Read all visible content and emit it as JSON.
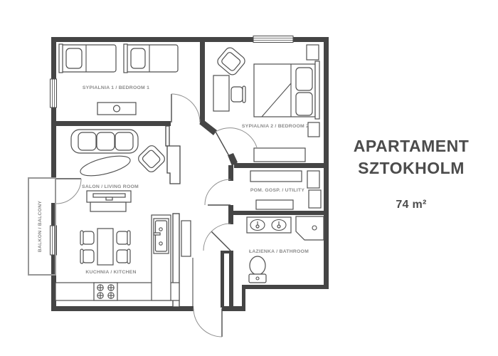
{
  "title": {
    "line1": "APARTAMENT",
    "line2": "SZTOKHOLM",
    "area": "74 m²"
  },
  "rooms": {
    "bedroom1": "SYPIALNIA 1 / BEDROOM 1",
    "bedroom2": "SYPIALNIA 2 / BEDROOM 2",
    "living": "SALON / LIVING ROOM",
    "kitchen": "KUCHNIA / KITCHEN",
    "utility": "POM. GOSP. / UTILITY",
    "bathroom": "ŁAZIENKA / BATHROOM",
    "balcony": "BALKON / BALCONY"
  },
  "colors": {
    "wall": "#454545",
    "furniture_line": "#4f4f4f",
    "room_label": "#8a8a8a",
    "title_text": "#4c4c4c",
    "background": "#ffffff"
  }
}
